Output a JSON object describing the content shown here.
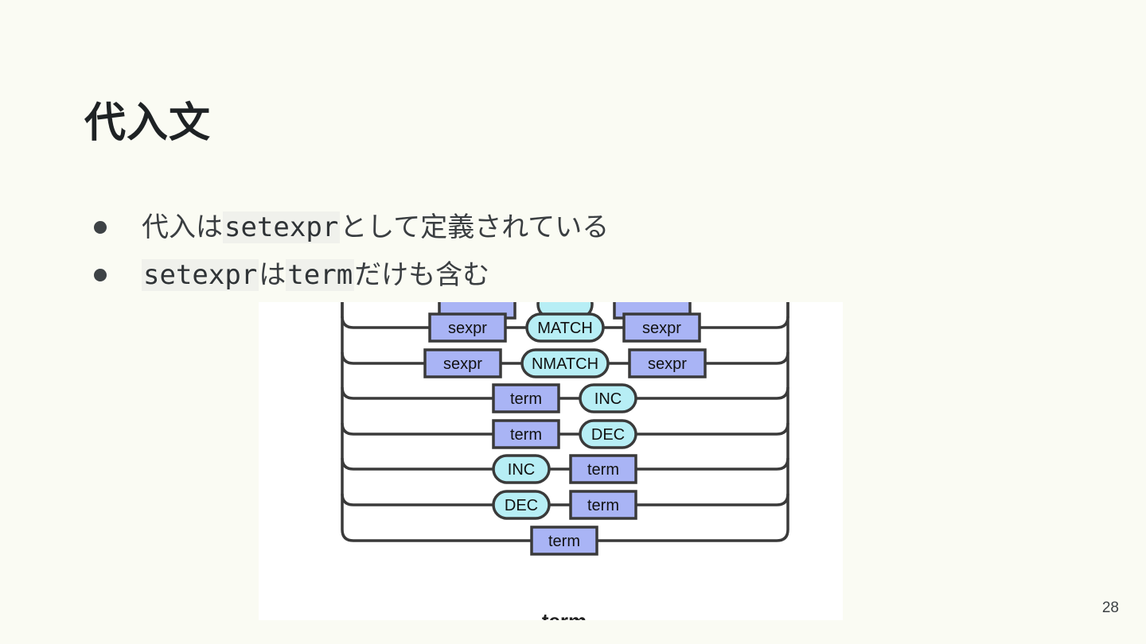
{
  "slide": {
    "title": "代入文",
    "page_number": "28"
  },
  "bullets": [
    {
      "parts": [
        {
          "text": "代入は"
        },
        {
          "code": "setexpr"
        },
        {
          "text": "として定義されている"
        }
      ]
    },
    {
      "parts": [
        {
          "code": "setexpr"
        },
        {
          "text": "は"
        },
        {
          "code": "term"
        },
        {
          "text": "だけも含む"
        }
      ]
    }
  ],
  "diagram": {
    "rows": [
      {
        "nodes": [
          {
            "kind": "nonterminal",
            "label": "sexpr"
          },
          {
            "kind": "terminal",
            "label": "MATCH"
          },
          {
            "kind": "nonterminal",
            "label": "sexpr"
          }
        ]
      },
      {
        "nodes": [
          {
            "kind": "nonterminal",
            "label": "sexpr"
          },
          {
            "kind": "terminal",
            "label": "NMATCH"
          },
          {
            "kind": "nonterminal",
            "label": "sexpr"
          }
        ]
      },
      {
        "nodes": [
          {
            "kind": "nonterminal",
            "label": "term"
          },
          {
            "kind": "terminal",
            "label": "INC"
          }
        ]
      },
      {
        "nodes": [
          {
            "kind": "nonterminal",
            "label": "term"
          },
          {
            "kind": "terminal",
            "label": "DEC"
          }
        ]
      },
      {
        "nodes": [
          {
            "kind": "terminal",
            "label": "INC"
          },
          {
            "kind": "nonterminal",
            "label": "term"
          }
        ]
      },
      {
        "nodes": [
          {
            "kind": "terminal",
            "label": "DEC"
          },
          {
            "kind": "nonterminal",
            "label": "term"
          }
        ]
      },
      {
        "nodes": [
          {
            "kind": "nonterminal",
            "label": "term"
          }
        ]
      }
    ],
    "caption": "term"
  }
}
